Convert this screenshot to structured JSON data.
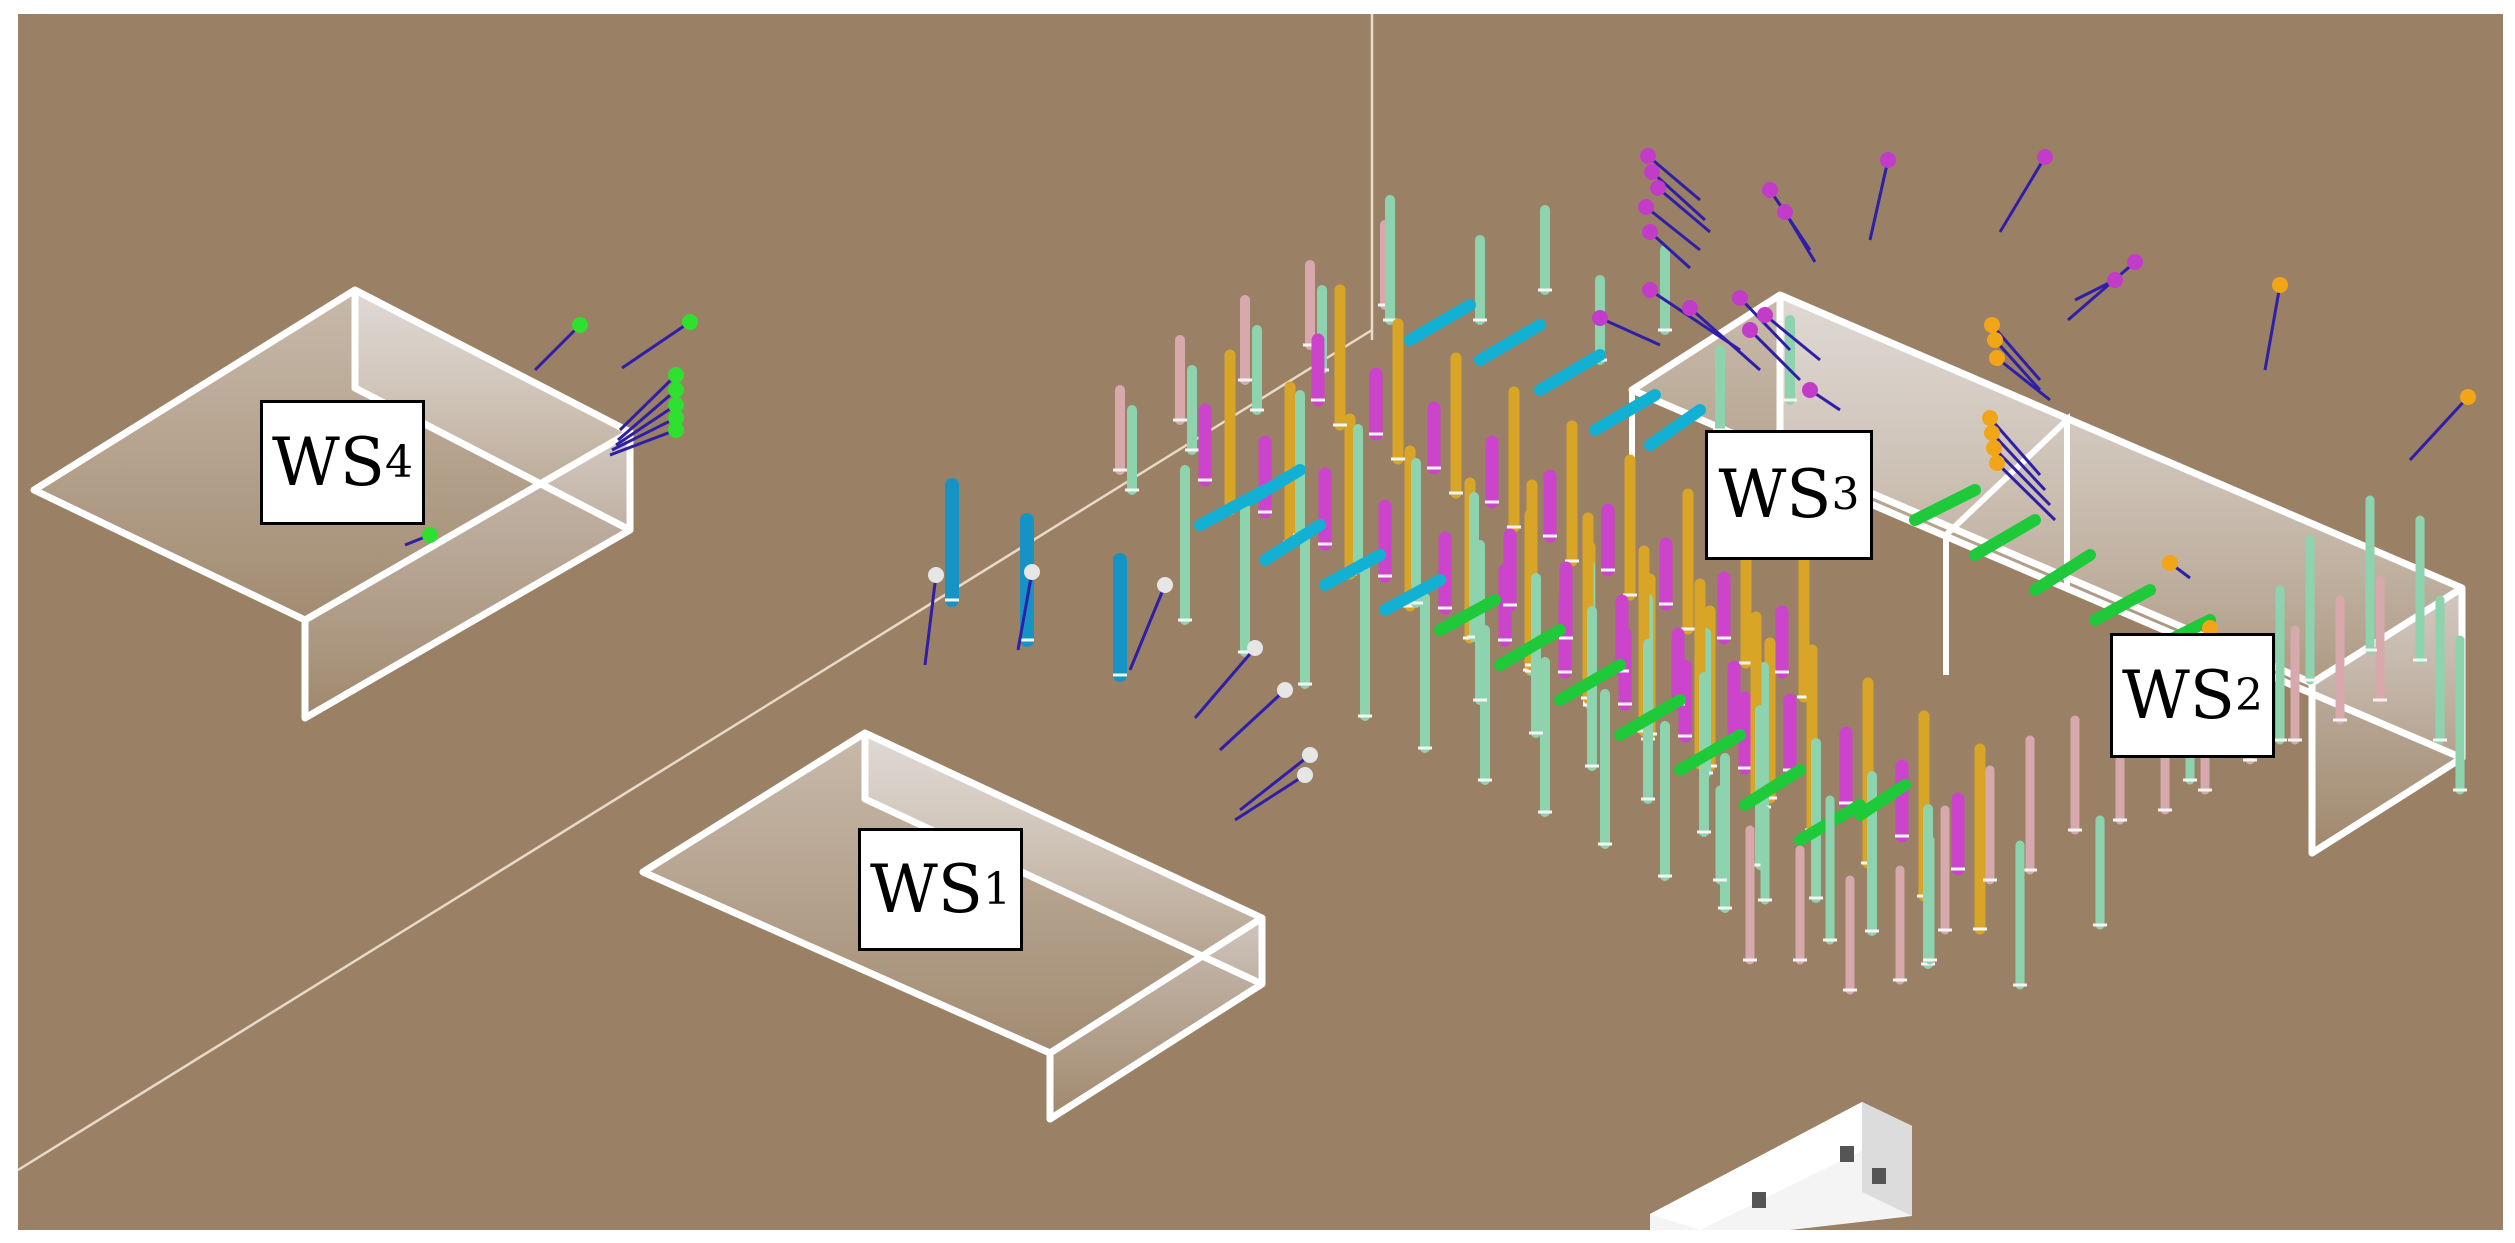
{
  "scene": {
    "background_color": "#9a8165",
    "workspaces": [
      {
        "id": "ws1",
        "prefix": "WS",
        "index": "1"
      },
      {
        "id": "ws2",
        "prefix": "WS",
        "index": "2"
      },
      {
        "id": "ws3",
        "prefix": "WS",
        "index": "3"
      },
      {
        "id": "ws4",
        "prefix": "WS",
        "index": "4"
      }
    ],
    "colors": {
      "pink_post": "#d7a9ad",
      "mint_post": "#8dd3ae",
      "gold_post": "#d9a526",
      "magenta_post": "#cc44cc",
      "cyan_bar": "#12b1d4",
      "green_bar": "#1ec93a",
      "blue_post": "#1493c4",
      "marker_magenta": "#c23cc9",
      "marker_orange": "#f2a516",
      "marker_green": "#2ee030",
      "marker_white": "#e6e6e6",
      "pointer_line": "#2f1fa8",
      "box_outline": "#ffffff"
    }
  }
}
